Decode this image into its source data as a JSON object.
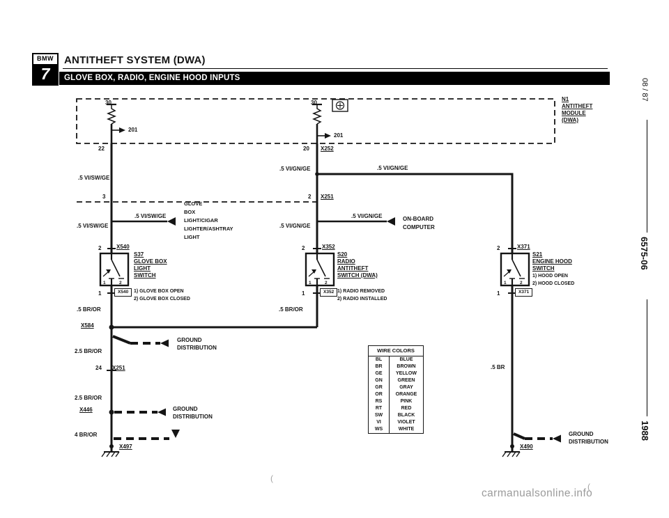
{
  "header": {
    "brand": "BMW",
    "series": "7",
    "title": "ANTITHEFT SYSTEM (DWA)",
    "subtitle": "GLOVE BOX, RADIO, ENGINE HOOD INPUTS"
  },
  "margin": {
    "issue": "08 / 87",
    "doc": "6575-06",
    "year": "1988"
  },
  "module": {
    "name": [
      "N1",
      "ANTITHEFT",
      "MODULE",
      "(DWA)"
    ],
    "term_left": "30",
    "term_mid": "30",
    "out_left": "201",
    "out_mid": "201",
    "pin_left": "22",
    "pin_mid": "20",
    "conn_mid": "X252"
  },
  "x251_top": {
    "pin_left": "3",
    "pin_mid": "2",
    "label": "X251"
  },
  "labels": {
    "vi_sw_ge": ".5 VI/SW/GE",
    "vi_gn_ge": ".5 VI/GN/GE",
    "br_or_05": ".5 BR/OR",
    "br_or_25": "2.5 BR/OR",
    "br_or_4": "4 BR/OR",
    "br_05": ".5 BR"
  },
  "destinations": {
    "glove_light": [
      "GLOVE",
      "BOX",
      "LIGHT/CIGAR",
      "LIGHTER/ASHTRAY",
      "LIGHT"
    ],
    "obc": [
      "ON-BOARD",
      "COMPUTER"
    ],
    "ground_dist": [
      "GROUND",
      "DISTRIBUTION"
    ]
  },
  "switches": {
    "s37": {
      "pin_top": "2",
      "conn_top": "X540",
      "id": "S37",
      "name": [
        "GLOVE BOX",
        "LIGHT",
        "SWITCH"
      ],
      "pins_inner": [
        "1",
        "2"
      ],
      "pin_bottom": "1",
      "conn_bottom": "X540",
      "notes": [
        "1) GLOVE BOX OPEN",
        "2) GLOVE BOX CLOSED"
      ]
    },
    "s20": {
      "pin_top": "2",
      "conn_top": "X352",
      "id": "S20",
      "name": [
        "RADIO",
        "ANTITHEFT",
        "SWITCH (DWA)"
      ],
      "pins_inner": [
        "1",
        "2"
      ],
      "pin_bottom": "1",
      "conn_bottom": "X352",
      "notes": [
        "1) RADIO REMOVED",
        "2) RADIO INSTALLED"
      ]
    },
    "s21": {
      "pin_top": "2",
      "conn_top": "X371",
      "id": "S21",
      "name": [
        "ENGINE HOOD",
        "SWITCH"
      ],
      "pins_inner": [
        "1",
        "2"
      ],
      "pin_bottom": "1",
      "conn_bottom": "X371",
      "notes": [
        "1) HOOD OPEN",
        "2) HOOD CLOSED"
      ]
    }
  },
  "junctions": {
    "x584": "X584",
    "pin24": "24",
    "x251_lower": "X251",
    "x446": "X446",
    "x497": "X497",
    "x490": "X490"
  },
  "wire_colors": {
    "title": "WIRE COLORS",
    "rows": [
      {
        "code": "BL",
        "color": "BLUE"
      },
      {
        "code": "BR",
        "color": "BROWN"
      },
      {
        "code": "GE",
        "color": "YELLOW"
      },
      {
        "code": "GN",
        "color": "GREEN"
      },
      {
        "code": "GR",
        "color": "GRAY"
      },
      {
        "code": "OR",
        "color": "ORANGE"
      },
      {
        "code": "RS",
        "color": "PINK"
      },
      {
        "code": "RT",
        "color": "RED"
      },
      {
        "code": "SW",
        "color": "BLACK"
      },
      {
        "code": "VI",
        "color": "VIOLET"
      },
      {
        "code": "WS",
        "color": "WHITE"
      }
    ]
  },
  "watermark": "carmanualsonline.info",
  "artifacts": [
    "(",
    "("
  ]
}
